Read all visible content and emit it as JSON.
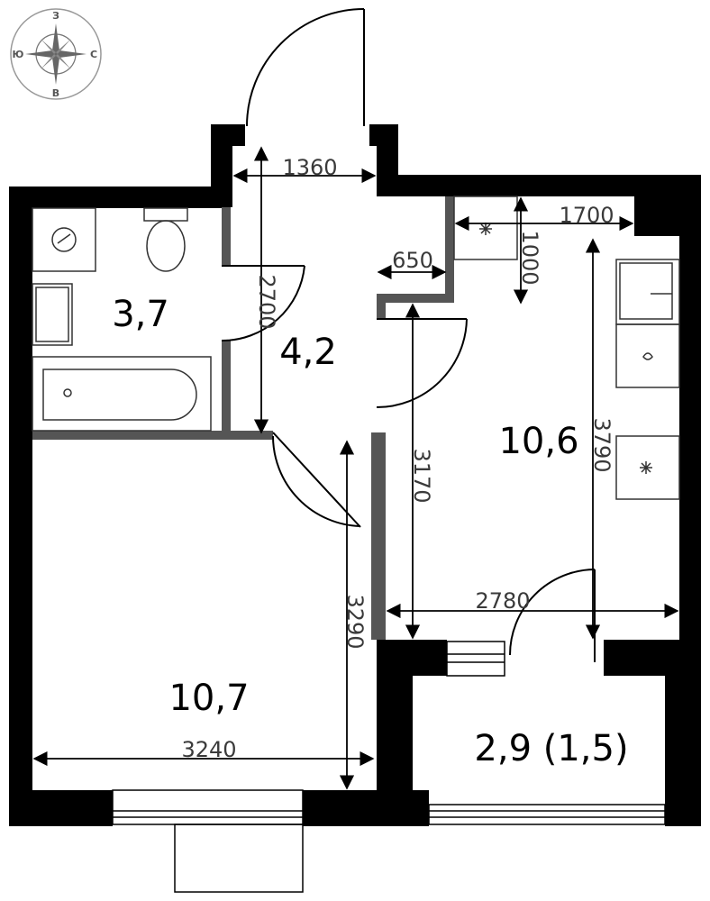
{
  "compass": {
    "north": "З",
    "east": "С",
    "south": "В",
    "west": "Ю"
  },
  "rooms": {
    "bathroom_area": "3,7",
    "hall_area": "4,2",
    "room_area": "10,7",
    "kitchen_area": "10,6",
    "balcony_area": "2,9 (1,5)"
  },
  "dimensions": {
    "hall_width": "1360",
    "hall_length": "2700",
    "niche_width": "650",
    "kitchen_niche_width": "1700",
    "kitchen_niche_depth": "1000",
    "kitchen_depth_left": "3170",
    "kitchen_depth_right": "3790",
    "kitchen_width": "2780",
    "room_length": "3290",
    "room_width": "3240"
  },
  "colors": {
    "wall": "#000000",
    "partition": "#555555",
    "fixture": "#333333",
    "dimension": "#3a3a3a"
  }
}
